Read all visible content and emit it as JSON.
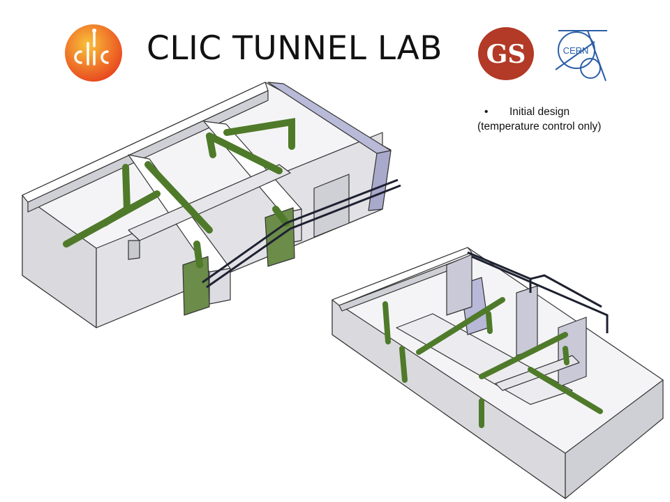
{
  "slide": {
    "title": "CLIC TUNNEL LAB",
    "bullet": {
      "marker": "•",
      "line1": "Initial design",
      "line2": "(temperature control only)"
    }
  },
  "logos": {
    "clic": {
      "text": "clic",
      "colors": [
        "#f6a21a",
        "#e8431e"
      ]
    },
    "gs": {
      "text": "GS",
      "color": "#b23a26"
    },
    "cern": {
      "text": "CERN",
      "color": "#2a5ea8"
    }
  },
  "colors": {
    "duct_green": "#4f7a2a",
    "duct_green_light": "#6fa03c",
    "pipe_dark": "#1e2130",
    "wall_light": "#e4e4e8",
    "wall_side": "#bdbdc4",
    "wall_blue": "#b8b8d8"
  }
}
